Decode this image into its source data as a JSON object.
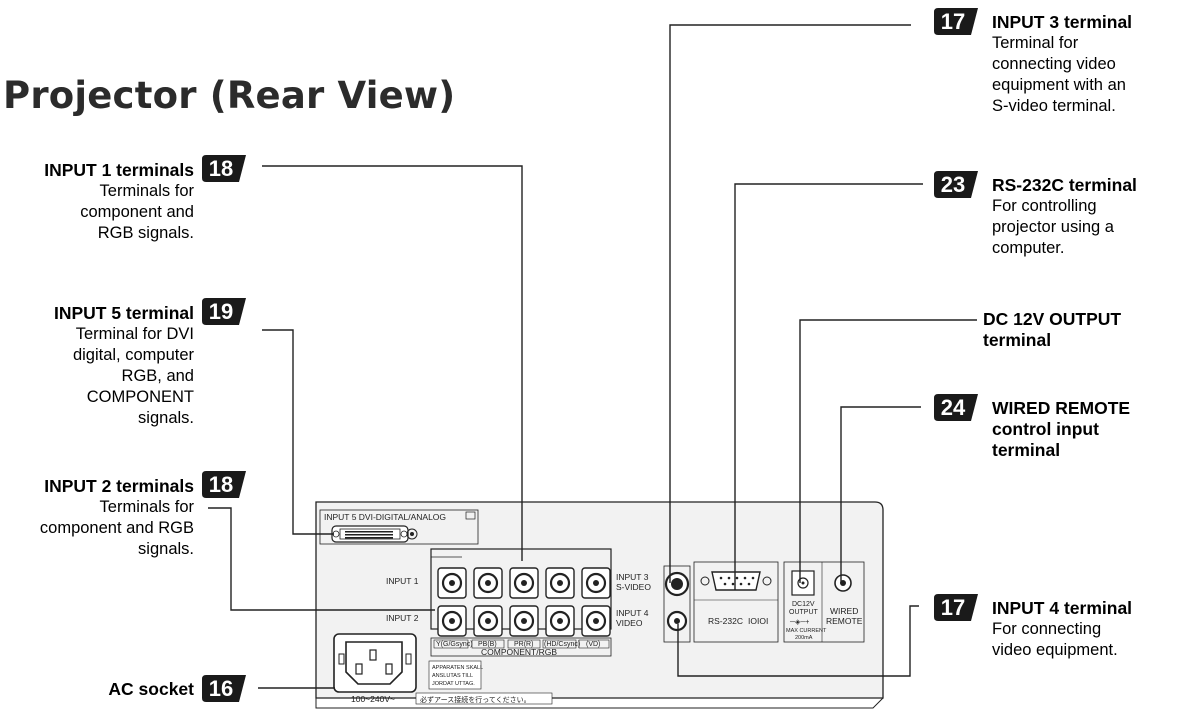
{
  "title": "Projector (Rear View)",
  "callouts": {
    "input1": {
      "badge": "18",
      "head": "INPUT 1 terminals",
      "desc": [
        "Terminals for",
        "component and",
        "RGB signals."
      ]
    },
    "input5": {
      "badge": "19",
      "head": "INPUT 5 terminal",
      "desc": [
        "Terminal for DVI",
        "digital, computer",
        "RGB, and",
        "COMPONENT",
        "signals."
      ]
    },
    "input2": {
      "badge": "18",
      "head": "INPUT 2 terminals",
      "desc": [
        "Terminals for",
        "component and RGB",
        "signals."
      ]
    },
    "ac": {
      "badge": "16",
      "head": "AC socket"
    },
    "input3": {
      "badge": "17",
      "head": "INPUT 3 terminal",
      "desc": [
        "Terminal for",
        "connecting video",
        "equipment with an",
        "S-video terminal."
      ]
    },
    "rs232": {
      "badge": "23",
      "head": "RS-232C terminal",
      "desc": [
        "For controlling",
        "projector using a",
        "computer."
      ]
    },
    "dc12v": {
      "head": [
        "DC 12V OUTPUT",
        "terminal"
      ]
    },
    "wired": {
      "badge": "24",
      "head": [
        "WIRED REMOTE",
        "control input",
        "terminal"
      ]
    },
    "input4": {
      "badge": "17",
      "head": "INPUT 4 terminal",
      "desc": [
        "For connecting",
        "video equipment."
      ]
    }
  },
  "panel": {
    "input5_label": "INPUT 5 DVI-DIGITAL/ANALOG",
    "input1_label": "INPUT 1",
    "input2_label": "INPUT 2",
    "input3_label": [
      "INPUT 3",
      "S-VIDEO"
    ],
    "input4_label": [
      "INPUT 4",
      "VIDEO"
    ],
    "rgb_cols": [
      "Y(G/Gsync)",
      "PB(B)",
      "PR(R)",
      "(HD/Csync)",
      "(VD)"
    ],
    "component_label": "COMPONENT/RGB",
    "rs232_label": "RS-232C",
    "dc_label": [
      "DC12V",
      "OUTPUT",
      "MAX CURRENT",
      "200mA"
    ],
    "wired_label": [
      "WIRED",
      "REMOTE"
    ],
    "voltage": "100~240V~",
    "warning_box": [
      "APPARATEN SKALL",
      "ANSLUTAS TILL",
      "JORDAT UTTAG."
    ],
    "japanese_note": "必ずアース接続を行ってください。"
  }
}
